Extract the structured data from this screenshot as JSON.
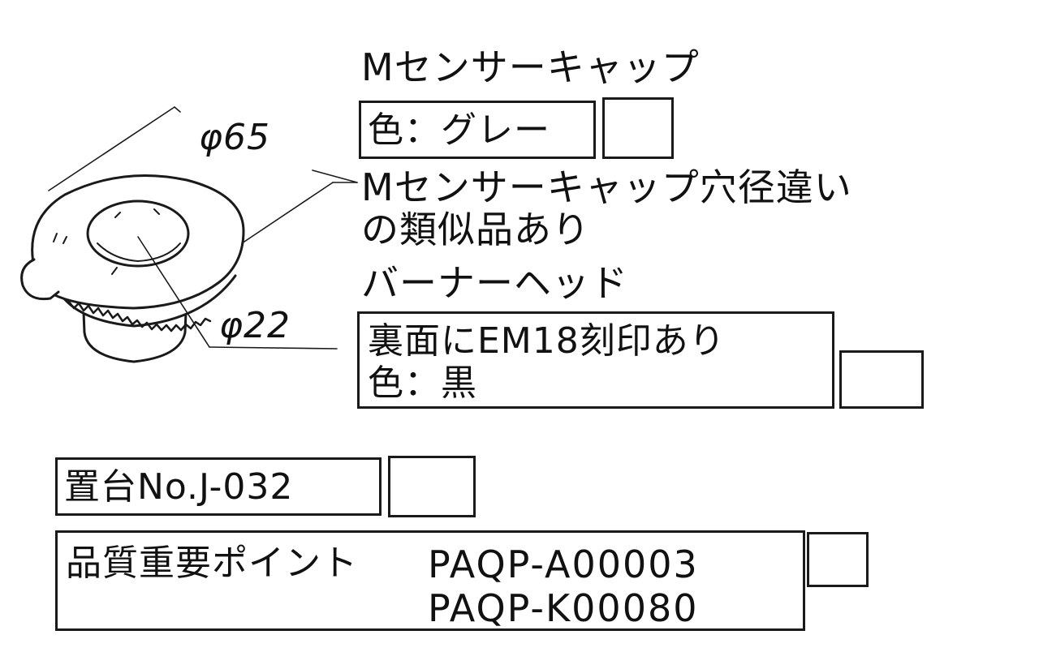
{
  "parts": {
    "sensor_cap": {
      "title": "Mセンサーキャップ",
      "color_label": "色：グレー",
      "note_line1": "Mセンサーキャップ穴径違い",
      "note_line2": "の類似品あり"
    },
    "burner_head": {
      "title": "バーナーヘッド",
      "spec_line1": "裏面にEM18刻印あり",
      "spec_line2": "色：黒"
    },
    "stand": {
      "label": "置台No.J-032"
    },
    "quality": {
      "label": "品質重要ポイント",
      "code1": "PAQP-A00003",
      "code2": "PAQP-K00080"
    }
  },
  "dimensions": {
    "outer_diameter": "φ65",
    "inner_diameter": "φ22"
  }
}
